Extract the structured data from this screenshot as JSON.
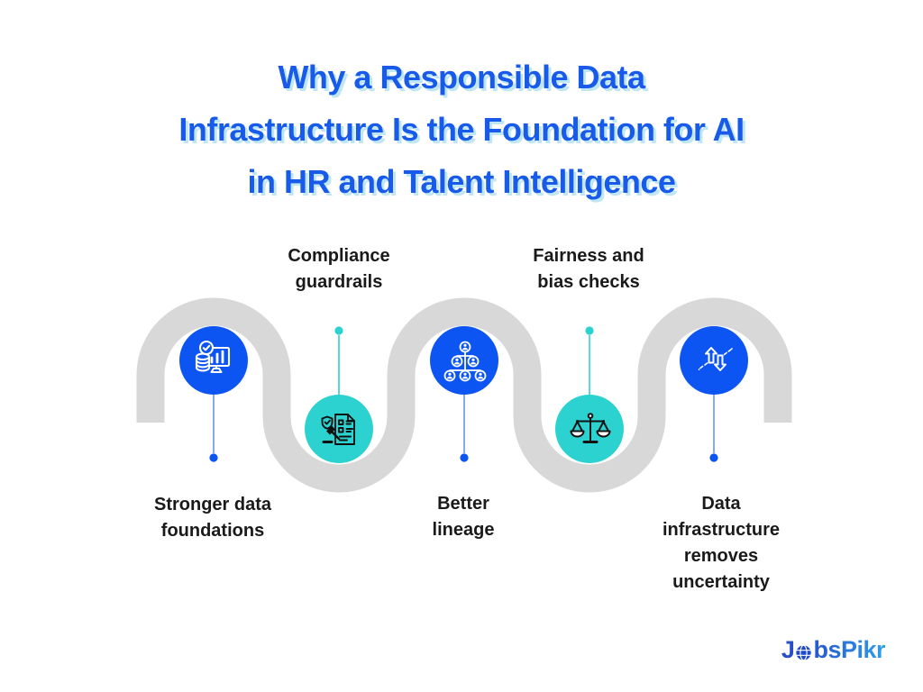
{
  "title": {
    "lines": [
      "Why a Responsible Data",
      "Infrastructure Is the Foundation for AI",
      "in HR and Talent Intelligence"
    ]
  },
  "steps": [
    {
      "label_lines": [
        "Stronger data",
        "foundations"
      ],
      "label_position": "below",
      "circle_color": "blue",
      "icon": "monitor-analytics-check-icon"
    },
    {
      "label_lines": [
        "Compliance",
        "guardrails"
      ],
      "label_position": "above",
      "circle_color": "teal",
      "icon": "compliance-document-gavel-icon"
    },
    {
      "label_lines": [
        "Better",
        "lineage"
      ],
      "label_position": "below",
      "circle_color": "blue",
      "icon": "org-hierarchy-icon"
    },
    {
      "label_lines": [
        "Fairness and",
        "bias checks"
      ],
      "label_position": "above",
      "circle_color": "teal",
      "icon": "balance-scales-icon"
    },
    {
      "label_lines": [
        "Data",
        "infrastructure",
        "removes",
        "uncertainty"
      ],
      "label_position": "below",
      "circle_color": "blue",
      "icon": "up-down-arrows-icon"
    }
  ],
  "colors": {
    "title_blue": "#185ae9",
    "title_shadow": "#bfe7f3",
    "circle_blue": "#0c55f2",
    "circle_teal": "#2bd2d0",
    "path_gray": "#d8d8d8",
    "label_dark": "#1a1a1a",
    "connector_blue": "#6b92f0",
    "connector_teal": "#2bd2d0",
    "logo_gradient_start": "#2556cf",
    "logo_gradient_end": "#2f9fe8"
  },
  "logo": {
    "full": "JobsPikr",
    "first": "J",
    "rest": "bsPikr",
    "o_glyph": "globe-icon"
  }
}
